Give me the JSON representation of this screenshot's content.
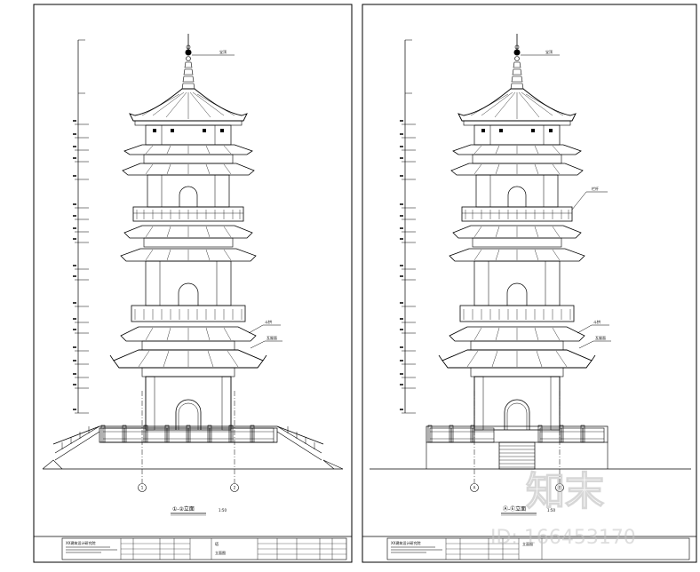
{
  "drawings": [
    {
      "title": "①-②立面",
      "scale": "1:50",
      "grid_axes": [
        "1",
        "2"
      ],
      "callouts": [
        "宝顶",
        "斗拱",
        "瓦屋面"
      ]
    },
    {
      "title": "Ⓐ-Ⓔ立面",
      "scale": "1:50",
      "grid_axes": [
        "A",
        "E"
      ],
      "callouts": [
        "宝顶",
        "栏杆",
        "斗拱",
        "瓦屋面"
      ]
    }
  ],
  "title_block": {
    "company": "XX建筑设计研究院",
    "project": "塔",
    "sheet": "立面图"
  },
  "watermark": {
    "brand": "知末",
    "id_text": "ID: 166453170"
  }
}
